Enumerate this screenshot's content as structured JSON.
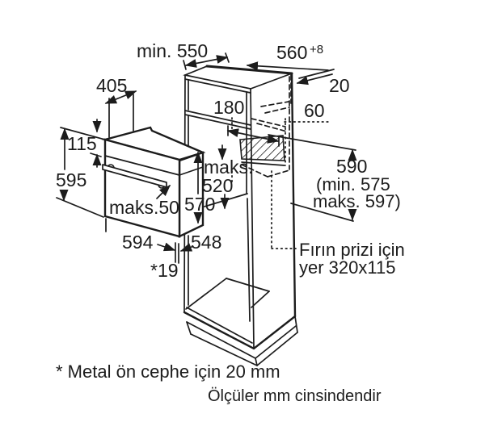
{
  "dimensions": {
    "niche_depth_min": "min. 550",
    "niche_width": "560",
    "niche_width_tolerance": "+8",
    "wall_gap": "20",
    "top_compartment": "180",
    "recess_offset": "60",
    "control_panel_height": "115",
    "oven_height": "595",
    "top_depth": "405",
    "maks_label": "maks.",
    "maks_value": "520",
    "body_height": "570",
    "handle_max": "maks.50",
    "oven_width": "594",
    "oven_depth": "548",
    "door_gap": "*19",
    "niche_height": "590",
    "niche_height_min": "(min. 575",
    "niche_height_max": "maks. 597)"
  },
  "annotations": {
    "socket_line1": "Fırın prizi için",
    "socket_line2": "yer 320x115",
    "footnote": "* Metal ön cephe için 20 mm",
    "units_note": "Ölçüler mm cinsindendir"
  },
  "colors": {
    "line": "#1c1c1c",
    "background": "#ffffff"
  }
}
